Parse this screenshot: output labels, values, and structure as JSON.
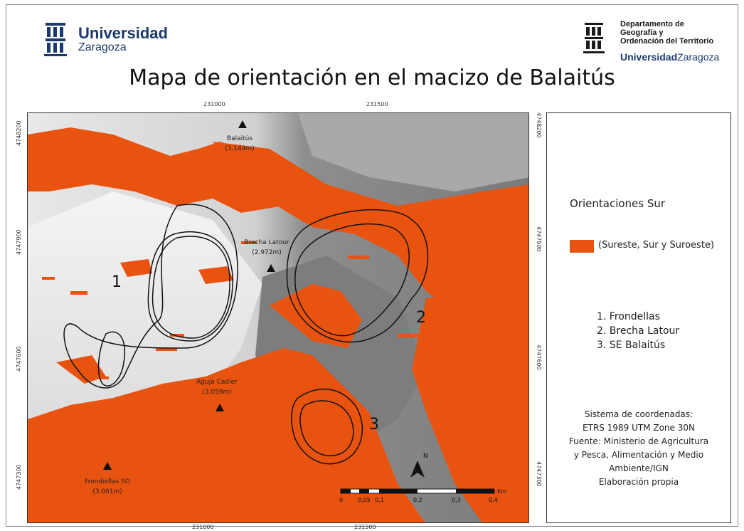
{
  "header": {
    "university_name": "Universidad",
    "university_city": "Zaragoza",
    "department_lines": [
      "Departamento de",
      "Geografía y",
      "Ordenación del Territorio"
    ],
    "department_university_bold": "Universidad",
    "department_university_city": "Zaragoza",
    "title": "Mapa de orientación en el macizo de Balaitús"
  },
  "map": {
    "top_ticks": [
      "231000",
      "231500"
    ],
    "bottom_ticks": [
      "231000",
      "231500"
    ],
    "left_ticks": [
      "4748200",
      "4747900",
      "4747600",
      "4747300"
    ],
    "right_ticks": [
      "4748200",
      "4747900",
      "4747600",
      "4747300"
    ],
    "peaks": [
      {
        "name": "Balaitús",
        "elev": "(3.144m)"
      },
      {
        "name": "Brecha Latour",
        "elev": "(2.972m)"
      },
      {
        "name": "Aguja Cadier",
        "elev": "(3.059m)"
      },
      {
        "name": "Frondiellas SO",
        "elev": "(3.001m)"
      }
    ],
    "zone_numbers": [
      "1",
      "2",
      "3"
    ],
    "north_label": "N",
    "scale_labels": [
      "0",
      "0,05",
      "0,1",
      "0,2",
      "0,3",
      "0,4"
    ],
    "scale_unit": "Km",
    "colors": {
      "south_orientation": "#e8530f"
    }
  },
  "legend": {
    "heading": "Orientaciones Sur",
    "swatch_label": "(Sureste, Sur y Suroeste)",
    "zones": [
      "1. Frondellas",
      "2. Brecha Latour",
      "3. SE Balaitús"
    ],
    "coords_lines": [
      "Sistema de coordenadas:",
      "ETRS 1989 UTM Zone 30N",
      "Fuente: Ministerio de Agricultura",
      "y Pesca, Alimentación y Medio",
      "Ambiente/IGN",
      "Elaboración propia"
    ]
  }
}
